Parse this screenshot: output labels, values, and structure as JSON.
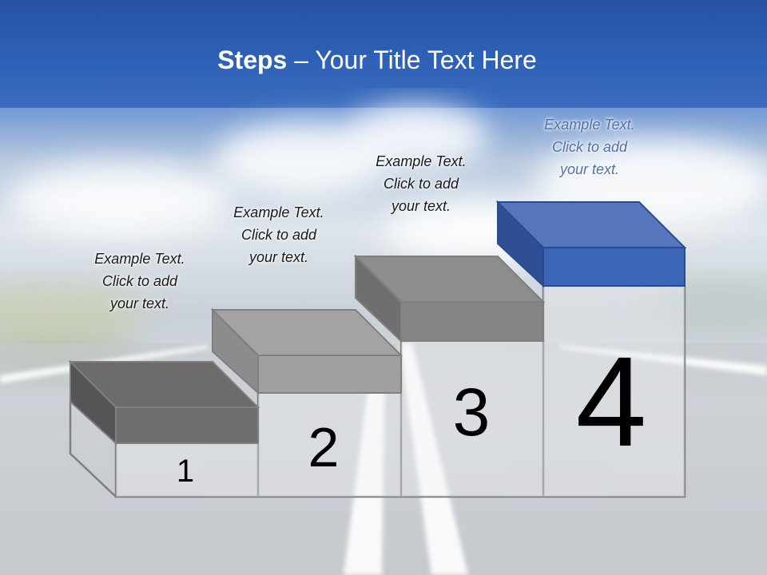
{
  "slide": {
    "title_bold": "Steps",
    "title_rest": " – Your Title Text Here"
  },
  "steps": [
    {
      "number": "1",
      "caption": [
        "Example Text.",
        "Click  to add",
        "your text."
      ]
    },
    {
      "number": "2",
      "caption": [
        "Example Text.",
        "Click  to add",
        "your text."
      ]
    },
    {
      "number": "3",
      "caption": [
        "Example Text.",
        "Click  to add",
        "your text."
      ]
    },
    {
      "number": "4",
      "caption": [
        "Example Text.",
        "Click  to add",
        "your text."
      ]
    }
  ],
  "colors": {
    "header_blue": "#2a5aae",
    "highlight_block": "#3a63b4",
    "grey_block": "#7f7f7f",
    "dark_grey_block": "#636363"
  }
}
